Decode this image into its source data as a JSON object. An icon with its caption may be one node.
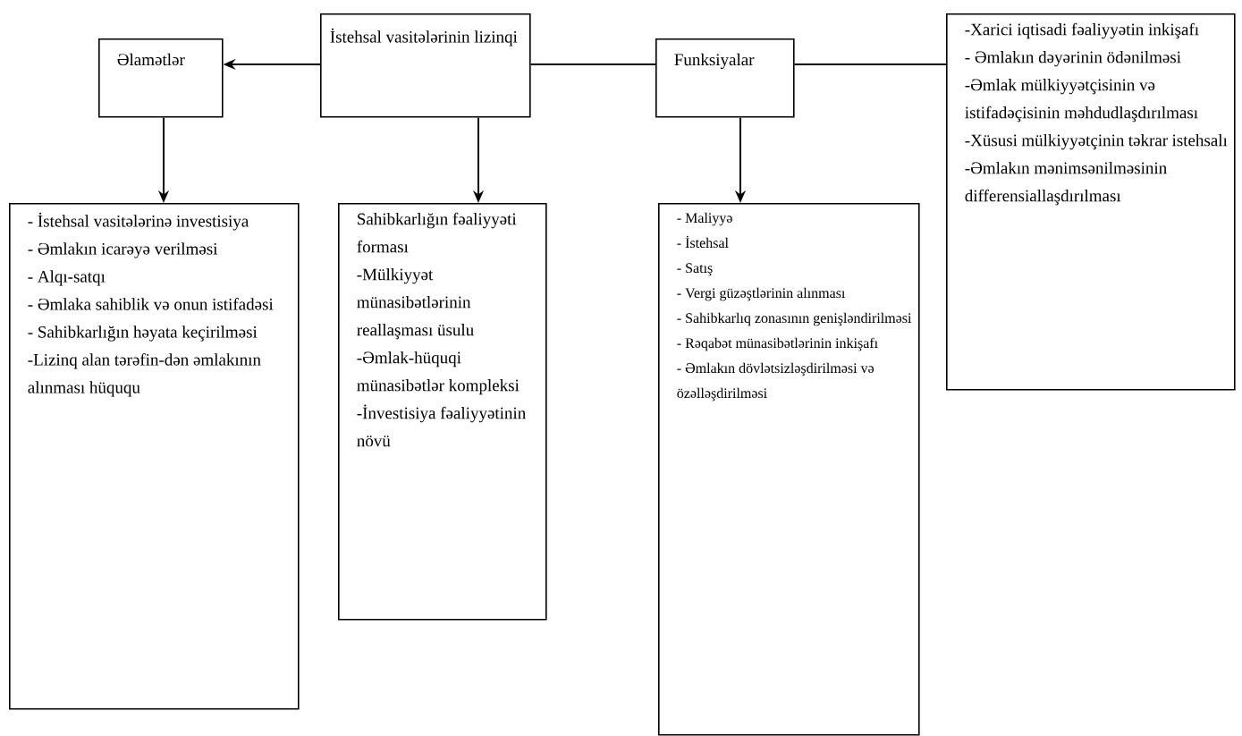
{
  "diagram": {
    "nodes": [
      {
        "text": [
          "Əlamətlər"
        ]
      },
      {
        "text": [
          "İstehsal vasitələrinin lizinqi"
        ]
      },
      {
        "text": [
          "Funksiyalar"
        ]
      },
      {
        "text": [
          "-Xarici iqtisadi fəaliyyətin inkişafı",
          "- Əmlakın dəyərinin ödənilməsi",
          "-Əmlak mülkiyyətçisinin və istifadəçisinin məhdudlaşdırılması",
          "-Xüsusi mülkiyyətçinin təkrar istehsalı",
          "-Əmlakın mənimsənilməsinin differensiallaşdırılması"
        ]
      },
      {
        "text": [
          "- İstehsal vasitələrinə investisiya",
          "- Əmlakın icarəyə verilməsi",
          "- Alqı-satqı",
          "- Əmlaka sahiblik və onun istifadəsi",
          "- Sahibkarlığın həyata keçirilməsi",
          "-Lizinq alan tərəfin-dən əmlakının alınması hüququ"
        ]
      },
      {
        "text": [
          "Sahibkarlığın fəaliyyəti forması",
          "-Mülkiyyət münasibətlərinin reallaşması üsulu",
          "-Əmlak-hüquqi münasibətlər kompleksi",
          "-İnvestisiya fəaliyyətinin növü"
        ]
      },
      {
        "text": [
          "- Maliyyə",
          "- İstehsal",
          "- Satış",
          "- Vergi güzəştlərinin alınması",
          "- Sahibkarlıq zonasının genişləndirilməsi",
          "- Rəqabət münasibətlərinin inkişafı",
          "- Əmlakın dövlətsizləşdirilməsi və özəlləşdirilməsi"
        ]
      }
    ],
    "edges": [
      {
        "from": 1,
        "to": 0,
        "arrow": "to"
      },
      {
        "from": 1,
        "to": 2,
        "arrow": "none"
      },
      {
        "from": 2,
        "to": 3,
        "arrow": "none"
      },
      {
        "from": 0,
        "to": 4,
        "arrow": "to"
      },
      {
        "from": 1,
        "to": 5,
        "arrow": "to"
      },
      {
        "from": 2,
        "to": 6,
        "arrow": "to"
      }
    ]
  }
}
